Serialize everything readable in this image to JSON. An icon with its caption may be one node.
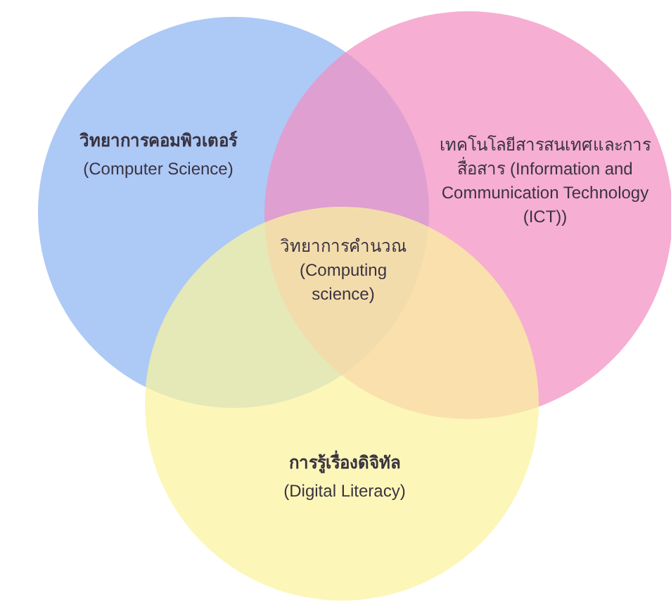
{
  "diagram": {
    "nodes": [
      {
        "text": [
          "วิทยาการคอมพิวเตอร์",
          "(Computer Science)"
        ]
      },
      {
        "text": [
          "เทคโนโลยีสารสนเทศและการสื่อสาร (Information and Communication Technology (ICT))"
        ]
      },
      {
        "text": [
          "การรู้เรื่องดิจิทัล",
          "(Digital Literacy)"
        ]
      }
    ],
    "labels": [
      "วิทยาการคำนวณ (Computing science)"
    ]
  }
}
